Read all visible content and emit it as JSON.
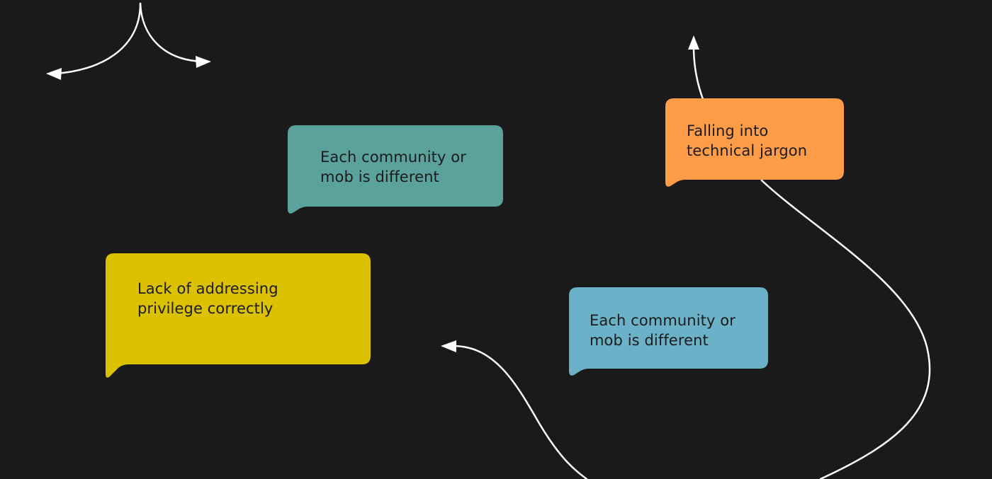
{
  "colors": {
    "background": "#1a1a1a",
    "arrow": "#ffffff",
    "teal": "#5ba29d",
    "orange": "#ff9c48",
    "yellow": "#dbc100",
    "blue": "#6bb1c8",
    "text": "#1b1b1b"
  },
  "bubbles": {
    "teal": {
      "line1": "Each community or",
      "line2": "mob is different"
    },
    "orange": {
      "line1": "Falling into",
      "line2": "technical jargon"
    },
    "yellow": {
      "line1": "Lack of addressing",
      "line2": "privilege correctly"
    },
    "blue": {
      "line1": "Each community or",
      "line2": "mob is different"
    }
  }
}
